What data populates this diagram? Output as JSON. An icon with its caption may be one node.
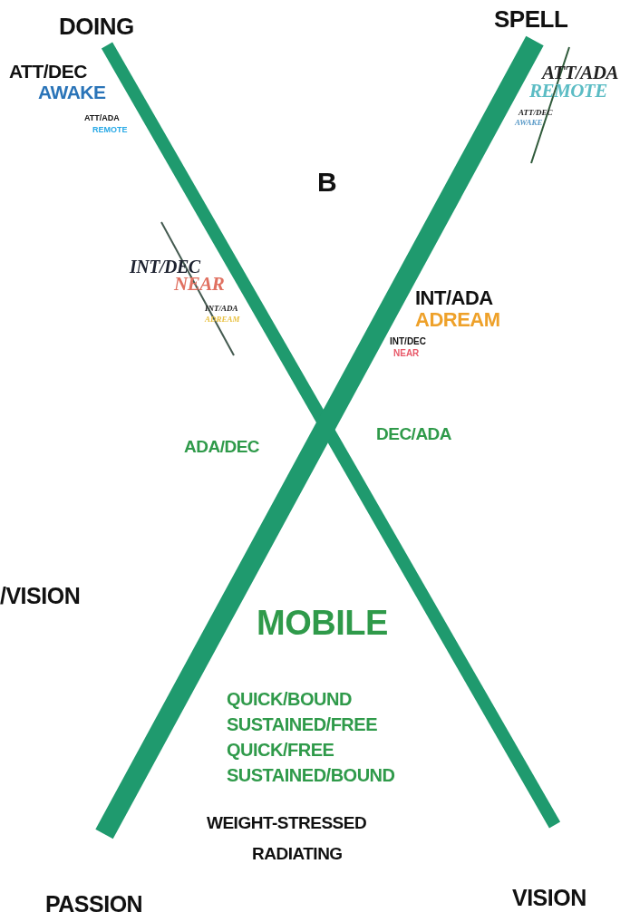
{
  "diagram": {
    "labels": [
      "DOING",
      "SPELL",
      "ATT/DEC",
      "AWAKE",
      "ATT/ADA",
      "REMOTE",
      "ATT/ADA",
      "REMOTE",
      "ATT/DEC",
      "AWAKE",
      "B",
      "INT/DEC",
      "NEAR",
      "INT/ADA",
      "ADREAM",
      "INT/ADA",
      "ADREAM",
      "INT/DEC",
      "NEAR",
      "ADA/DEC",
      "DEC/ADA",
      "/VISION",
      "MOBILE",
      "QUICK/BOUND",
      "SUSTAINED/FREE",
      "QUICK/FREE",
      "SUSTAINED/BOUND",
      "WEIGHT-STRESSED",
      "RADIATING",
      "PASSION",
      "VISION"
    ]
  }
}
